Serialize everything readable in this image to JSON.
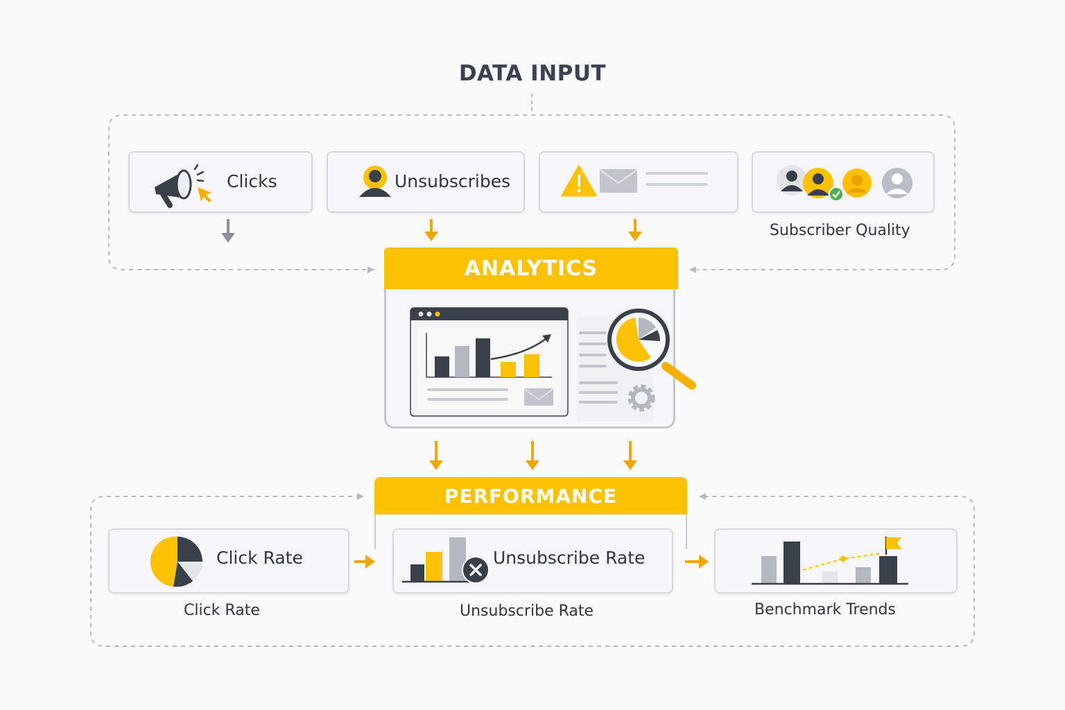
{
  "title": "DATA INPUT",
  "inputs": {
    "clicks": "Clicks",
    "unsubscribes": "Unsubscribes",
    "subscriber_quality": "Subscriber Quality"
  },
  "analytics": {
    "title": "ANALYTICS"
  },
  "performance": {
    "title": "PERFORMANCE",
    "click_rate_card": "Click Rate",
    "click_rate_label": "Click Rate",
    "unsubscribe_rate_card": "Unsubscribe Rate",
    "unsubscribe_rate_label": "Unsubscribe Rate",
    "benchmark_label": "Benchmark Trends"
  },
  "colors": {
    "accent": "#fbc102",
    "dark": "#3a4049",
    "gray": "#b3b7bf",
    "green": "#4caf50"
  }
}
